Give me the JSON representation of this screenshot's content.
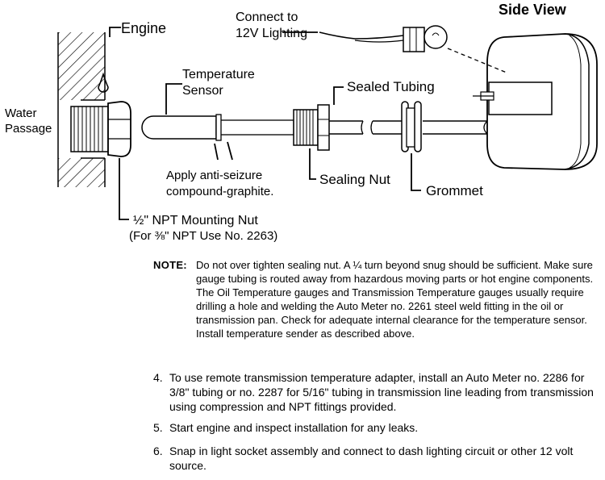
{
  "diagram": {
    "labels": {
      "engine": "Engine",
      "water_passage_1": "Water",
      "water_passage_2": "Passage",
      "temp_sensor_1": "Temperature",
      "temp_sensor_2": "Sensor",
      "sealed_tubing": "Sealed Tubing",
      "connect_1": "Connect to",
      "connect_2": "12V Lighting",
      "side_view": "Side View",
      "anti_seize_1": "Apply anti-seizure",
      "anti_seize_2": "compound-graphite.",
      "sealing_nut": "Sealing Nut",
      "grommet": "Grommet",
      "mounting_nut_1": "½\" NPT Mounting Nut",
      "mounting_nut_2": "(For ⅜\" NPT Use No. 2263)"
    }
  },
  "instructions": {
    "note_label": "NOTE:",
    "note_text": "Do not over tighten sealing nut. A ¼ turn beyond snug should be sufficient. Make sure gauge tubing is routed away from hazardous moving parts or hot engine components. The Oil Temperature gauges and Transmission Temperature gauges usually require drilling a hole and welding the Auto Meter no. 2261 steel weld fitting in the oil or transmission pan. Check for adequate internal clearance for the temperature sensor. Install temperature sender as described above.",
    "steps": [
      {
        "num": "4.",
        "text": "To use remote transmission temperature adapter, install an Auto Meter no. 2286 for 3/8\" tubing or no. 2287 for 5/16\" tubing in transmission line leading from transmission using compression and NPT fittings provided."
      },
      {
        "num": "5.",
        "text": "Start engine and inspect installation for any leaks."
      },
      {
        "num": "6.",
        "text": "Snap in light socket assembly and connect to dash lighting circuit or other 12 volt source."
      }
    ]
  }
}
